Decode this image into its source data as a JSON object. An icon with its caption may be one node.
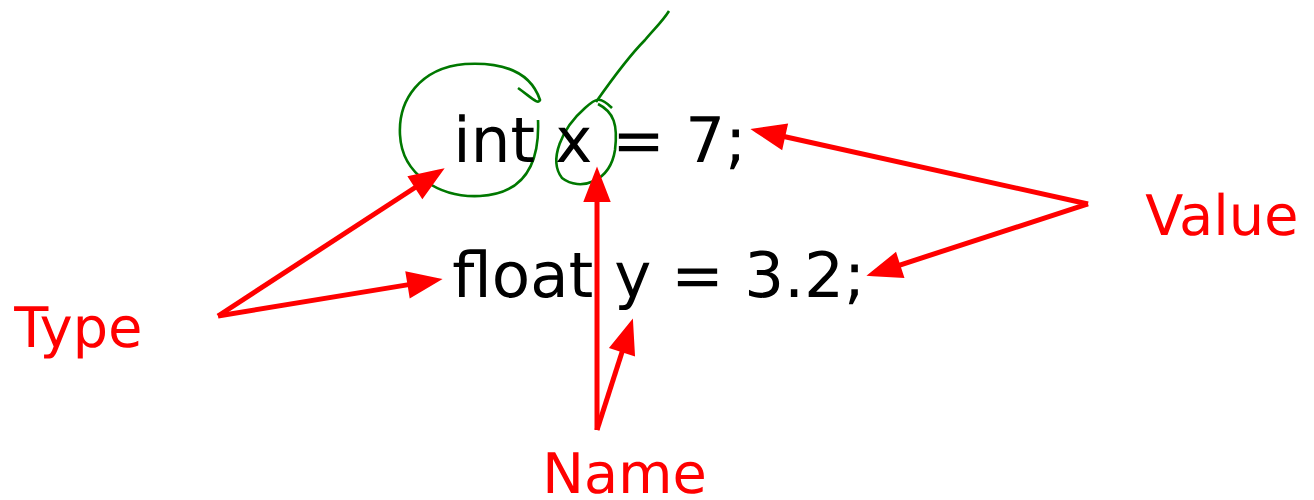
{
  "diagram": {
    "nodes": [
      {
        "text": [
          "Type"
        ]
      },
      {
        "text": [
          "Name"
        ]
      },
      {
        "text": [
          "Value"
        ]
      },
      {
        "text": [
          "int"
        ]
      },
      {
        "text": [
          "x"
        ]
      },
      {
        "text": [
          "7;"
        ]
      },
      {
        "text": [
          "float"
        ]
      },
      {
        "text": [
          "y"
        ]
      },
      {
        "text": [
          "3.2;"
        ]
      }
    ],
    "edges": [
      {
        "from": 0,
        "to": 3,
        "arrow": "to"
      },
      {
        "from": 0,
        "to": 6,
        "arrow": "to"
      },
      {
        "from": 1,
        "to": 4,
        "arrow": "to"
      },
      {
        "from": 1,
        "to": 7,
        "arrow": "to"
      },
      {
        "from": 2,
        "to": 5,
        "arrow": "to"
      },
      {
        "from": 2,
        "to": 8,
        "arrow": "to"
      }
    ],
    "labels": [
      "=",
      "="
    ]
  }
}
